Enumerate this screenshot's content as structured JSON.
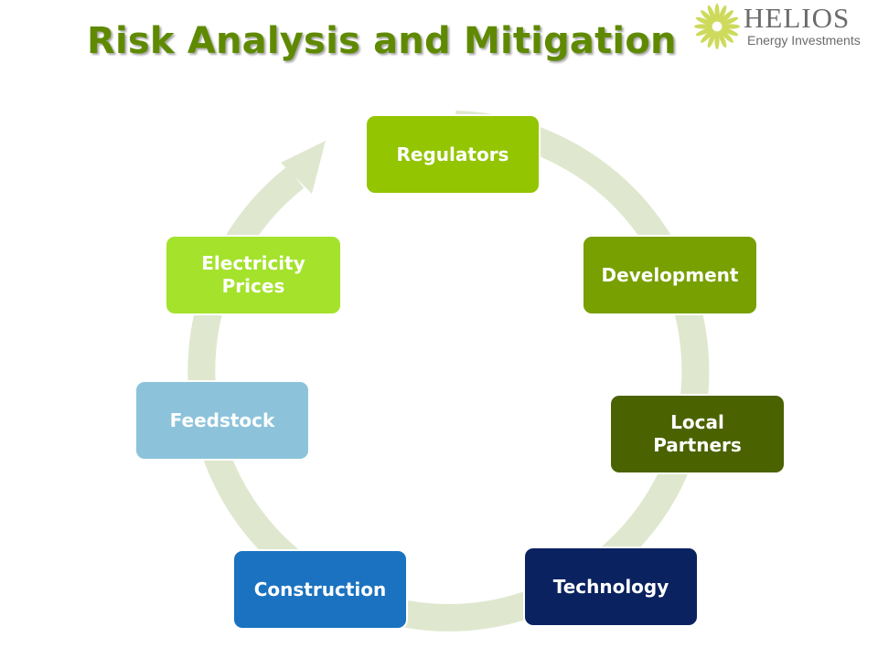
{
  "slide": {
    "title": "Risk Analysis and Mitigation"
  },
  "logo": {
    "name": "HELIOS",
    "tagline": "Energy Investments",
    "mark_icon": "sunburst-icon",
    "mark_color": "#c8d64a"
  },
  "cycle": {
    "arrow_color": "#dfe8cf",
    "nodes": [
      {
        "label": "Regulators",
        "color": "#93c500"
      },
      {
        "label": "Development",
        "color": "#77a000"
      },
      {
        "label": "Local Partners",
        "color": "#4a6300"
      },
      {
        "label": "Technology",
        "color": "#0b2260"
      },
      {
        "label": "Construction",
        "color": "#1a72c0"
      },
      {
        "label": "Feedstock",
        "color": "#8cc3db"
      },
      {
        "label": "Electricity Prices",
        "color": "#a4e22b"
      }
    ]
  }
}
